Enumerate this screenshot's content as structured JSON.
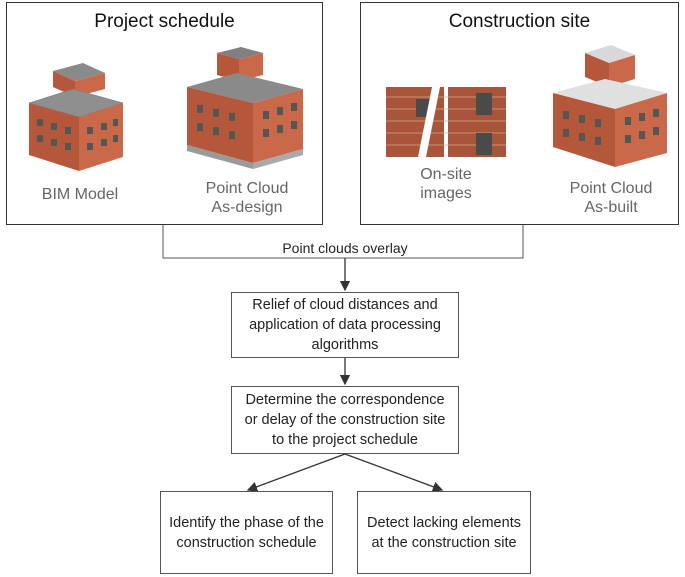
{
  "panels": {
    "project_schedule": {
      "title": "Project schedule",
      "bim_label": "BIM Model",
      "pc_design_label_1": "Point Cloud",
      "pc_design_label_2": "As-design"
    },
    "construction_site": {
      "title": "Construction site",
      "images_label_1": "On-site",
      "images_label_2": "images",
      "pc_built_label_1": "Point Cloud",
      "pc_built_label_2": "As-built"
    }
  },
  "flow": {
    "overlay_label": "Point clouds overlay",
    "step1": [
      "Relief of cloud distances and",
      "application of data processing",
      "algorithms"
    ],
    "step2": [
      "Determine the correspondence",
      "or delay of the construction site",
      "to the project schedule"
    ],
    "out_left": [
      "Identify the phase of the",
      "construction schedule"
    ],
    "out_right": [
      "Detect lacking elements",
      "at the construction site"
    ]
  },
  "colors": {
    "brick": "#b4573a",
    "roof": "#8a8a8a",
    "border": "#333333",
    "caption": "#666666"
  }
}
